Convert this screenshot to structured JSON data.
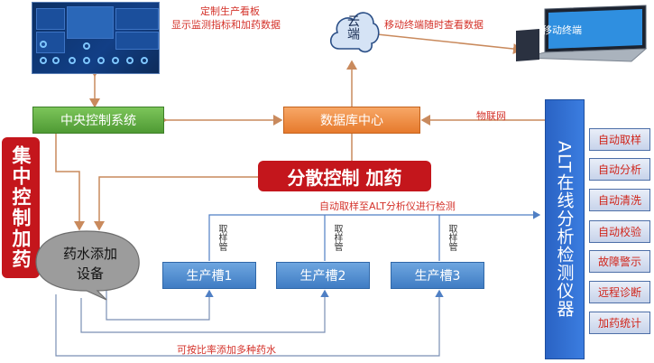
{
  "dashboard": {
    "caption_line1": "定制生产看板",
    "caption_line2": "显示监测指标和加药数据"
  },
  "cloud": {
    "text": "云端",
    "caption": "移动终端随时查看数据"
  },
  "laptop": {
    "screen_text": "移动终端"
  },
  "central": {
    "label": "中央控制系统"
  },
  "database": {
    "label": "数据库中心"
  },
  "iot": {
    "label": "物联网"
  },
  "left_banner": {
    "text": "集中控制加药"
  },
  "mid_banner": {
    "text": "分散控制 加药"
  },
  "sampling_caption": "自动取样至ALT分析仪进行检测",
  "dosing_device": {
    "label": "药水添加设备"
  },
  "tanks": [
    {
      "label": "生产槽1",
      "pipe_label": "取样管"
    },
    {
      "label": "生产槽2",
      "pipe_label": "取样管"
    },
    {
      "label": "生产槽3",
      "pipe_label": "取样管"
    }
  ],
  "bottom_caption": "可按比率添加多种药水",
  "alt_panel": {
    "text": "ALT在线分析检测仪器"
  },
  "features": [
    "自动取样",
    "自动分析",
    "自动清洗",
    "自动校验",
    "故障警示",
    "远程诊断",
    "加药统计"
  ],
  "colors": {
    "accent_red": "#c4161c",
    "label_red": "#d4322a",
    "alt_blue": "#2f6fd1",
    "line_brown": "#c98a5d",
    "line_blue": "#4f7fc4"
  }
}
